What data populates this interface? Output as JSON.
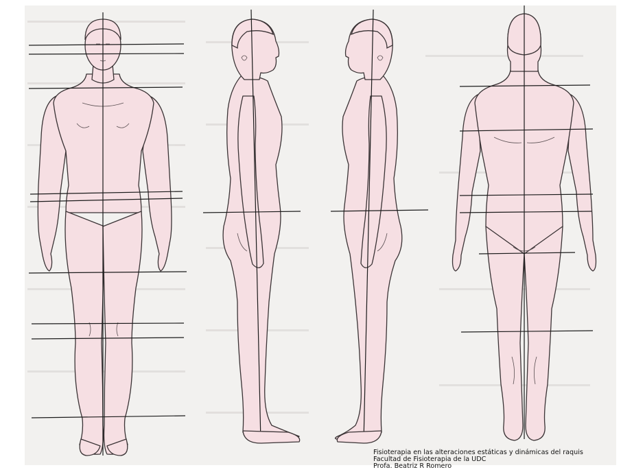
{
  "figure": {
    "views": [
      "anterior-view",
      "left-lateral-view",
      "right-lateral-view",
      "posterior-view"
    ],
    "colors": {
      "skin": "#f6dfe3",
      "outline": "#3a3335",
      "reference_line": "#1b1b1b",
      "background_page": "#f2f1ef",
      "show_through_text": "#c9c6c4"
    }
  },
  "caption": {
    "line1": "Fisioterapia en las alteraciones estáticas y dinámicas del raquis",
    "line2": "Facultad de Fisioterapia de la UDC",
    "line3": "Profa. Beatriz R Romero"
  }
}
